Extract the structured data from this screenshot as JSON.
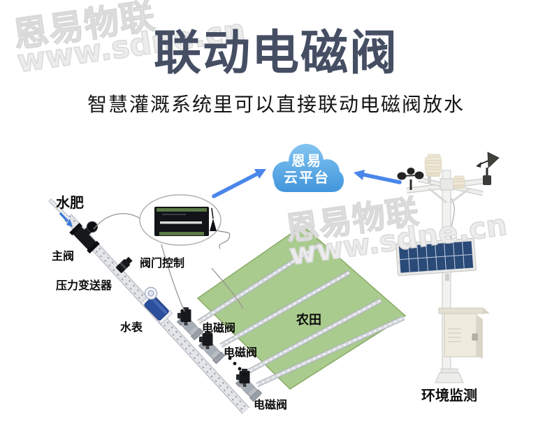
{
  "header": {
    "title": "联动电磁阀",
    "subtitle": "智慧灌溉系统里可以直接联动电磁阀放水"
  },
  "watermark": {
    "line1": "恩易物联",
    "line2": "www.sdne.cn"
  },
  "cloud": {
    "line1": "恩易",
    "line2": "云平台"
  },
  "labels": {
    "water_fertilizer": "水肥",
    "main_valve": "主阀",
    "pressure_transmitter": "压力变送器",
    "valve_control": "阀门控制",
    "water_meter": "水表",
    "solenoid_valve": "电磁阀",
    "farmland": "农田",
    "env_monitoring": "环境监测"
  },
  "colors": {
    "title": "#454e63",
    "arrow_blue": "#4a86ea",
    "cloud_blue_top": "#7ec1ef",
    "cloud_blue_bottom": "#3f96dd",
    "farmland_green": "#a9cb8e",
    "watermark_gray": "#d9d9d9"
  }
}
